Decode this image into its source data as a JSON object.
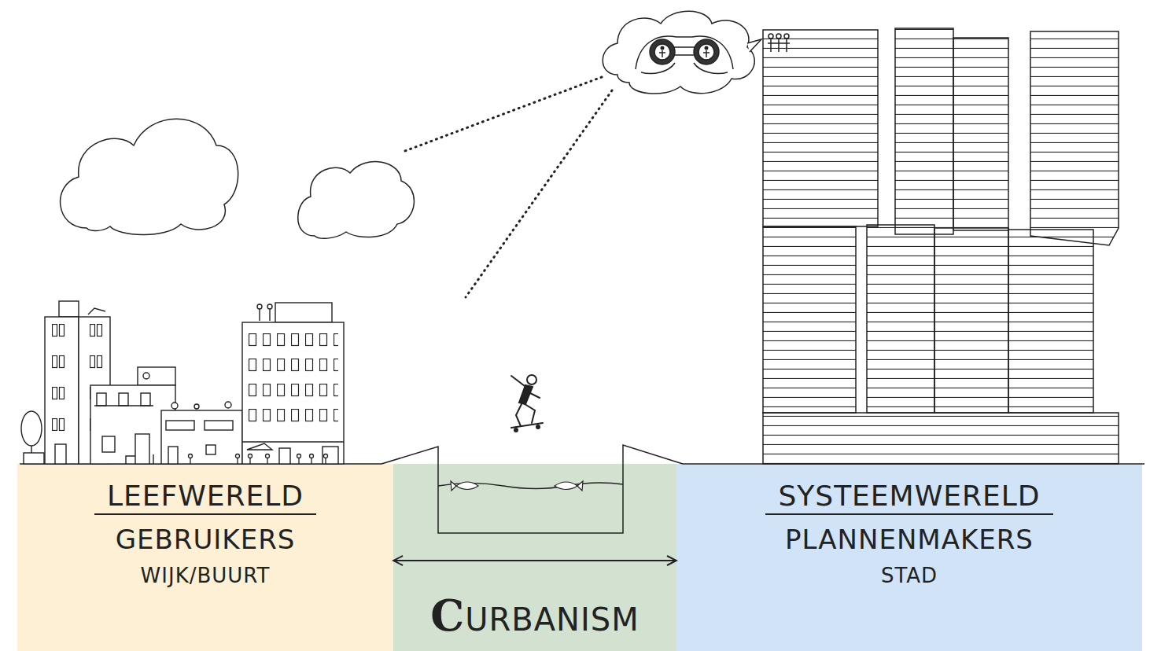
{
  "diagram": {
    "nodes": [
      {
        "text": [
          "LEEFWERELD",
          "GEBRUIKERS",
          "WIJK/BUURT"
        ]
      },
      {
        "text": [
          "CURBANISM"
        ]
      },
      {
        "text": [
          "SYSTEEMWERELD",
          "PLANNENMAKERS",
          "STAD"
        ]
      }
    ],
    "edges": [
      {
        "from": 0,
        "to": 2,
        "arrow": "both"
      }
    ]
  }
}
